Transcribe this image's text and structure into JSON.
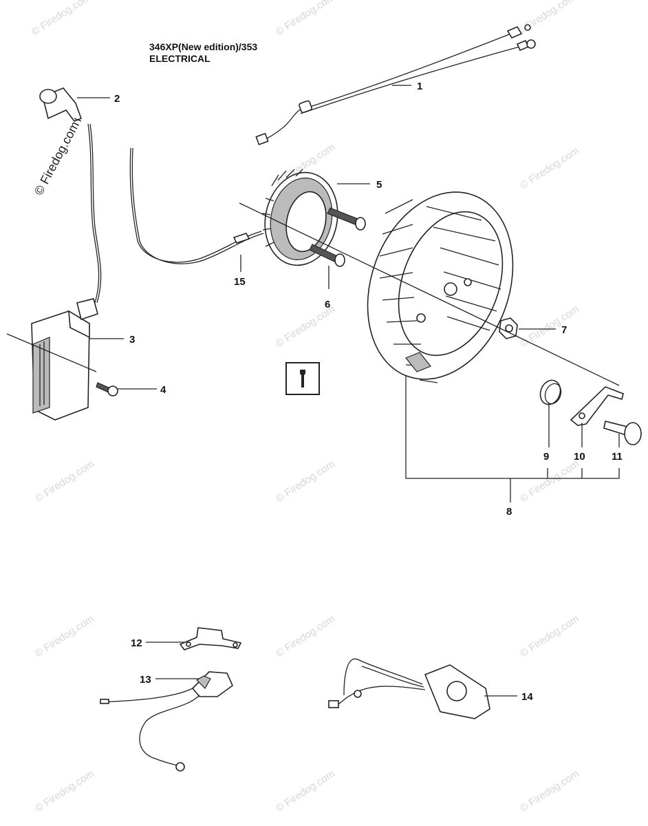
{
  "title": {
    "line1": "346XP(New edition)/353",
    "line2": "ELECTRICAL"
  },
  "watermark": {
    "text": "© Firedog.com"
  },
  "callouts": [
    "1",
    "2",
    "3",
    "4",
    "5",
    "6",
    "7",
    "8",
    "9",
    "10",
    "11",
    "12",
    "13",
    "14",
    "15"
  ],
  "icons": {
    "tool_box": "wrench-icon"
  }
}
